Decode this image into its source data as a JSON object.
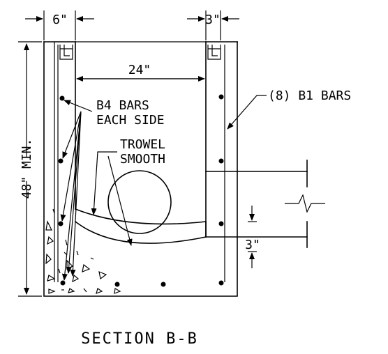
{
  "dimensions": {
    "top_left": "6\"",
    "top_right": "3\"",
    "inner_width": "24\"",
    "height": "48\" MIN.",
    "bottom_offset": "3\""
  },
  "callouts": {
    "b4_line1": "B4 BARS",
    "b4_line2": "EACH SIDE",
    "b1": "(8) B1 BARS",
    "trowel_line1": "TROWEL",
    "trowel_line2": "SMOOTH"
  },
  "title": "SECTION B-B"
}
